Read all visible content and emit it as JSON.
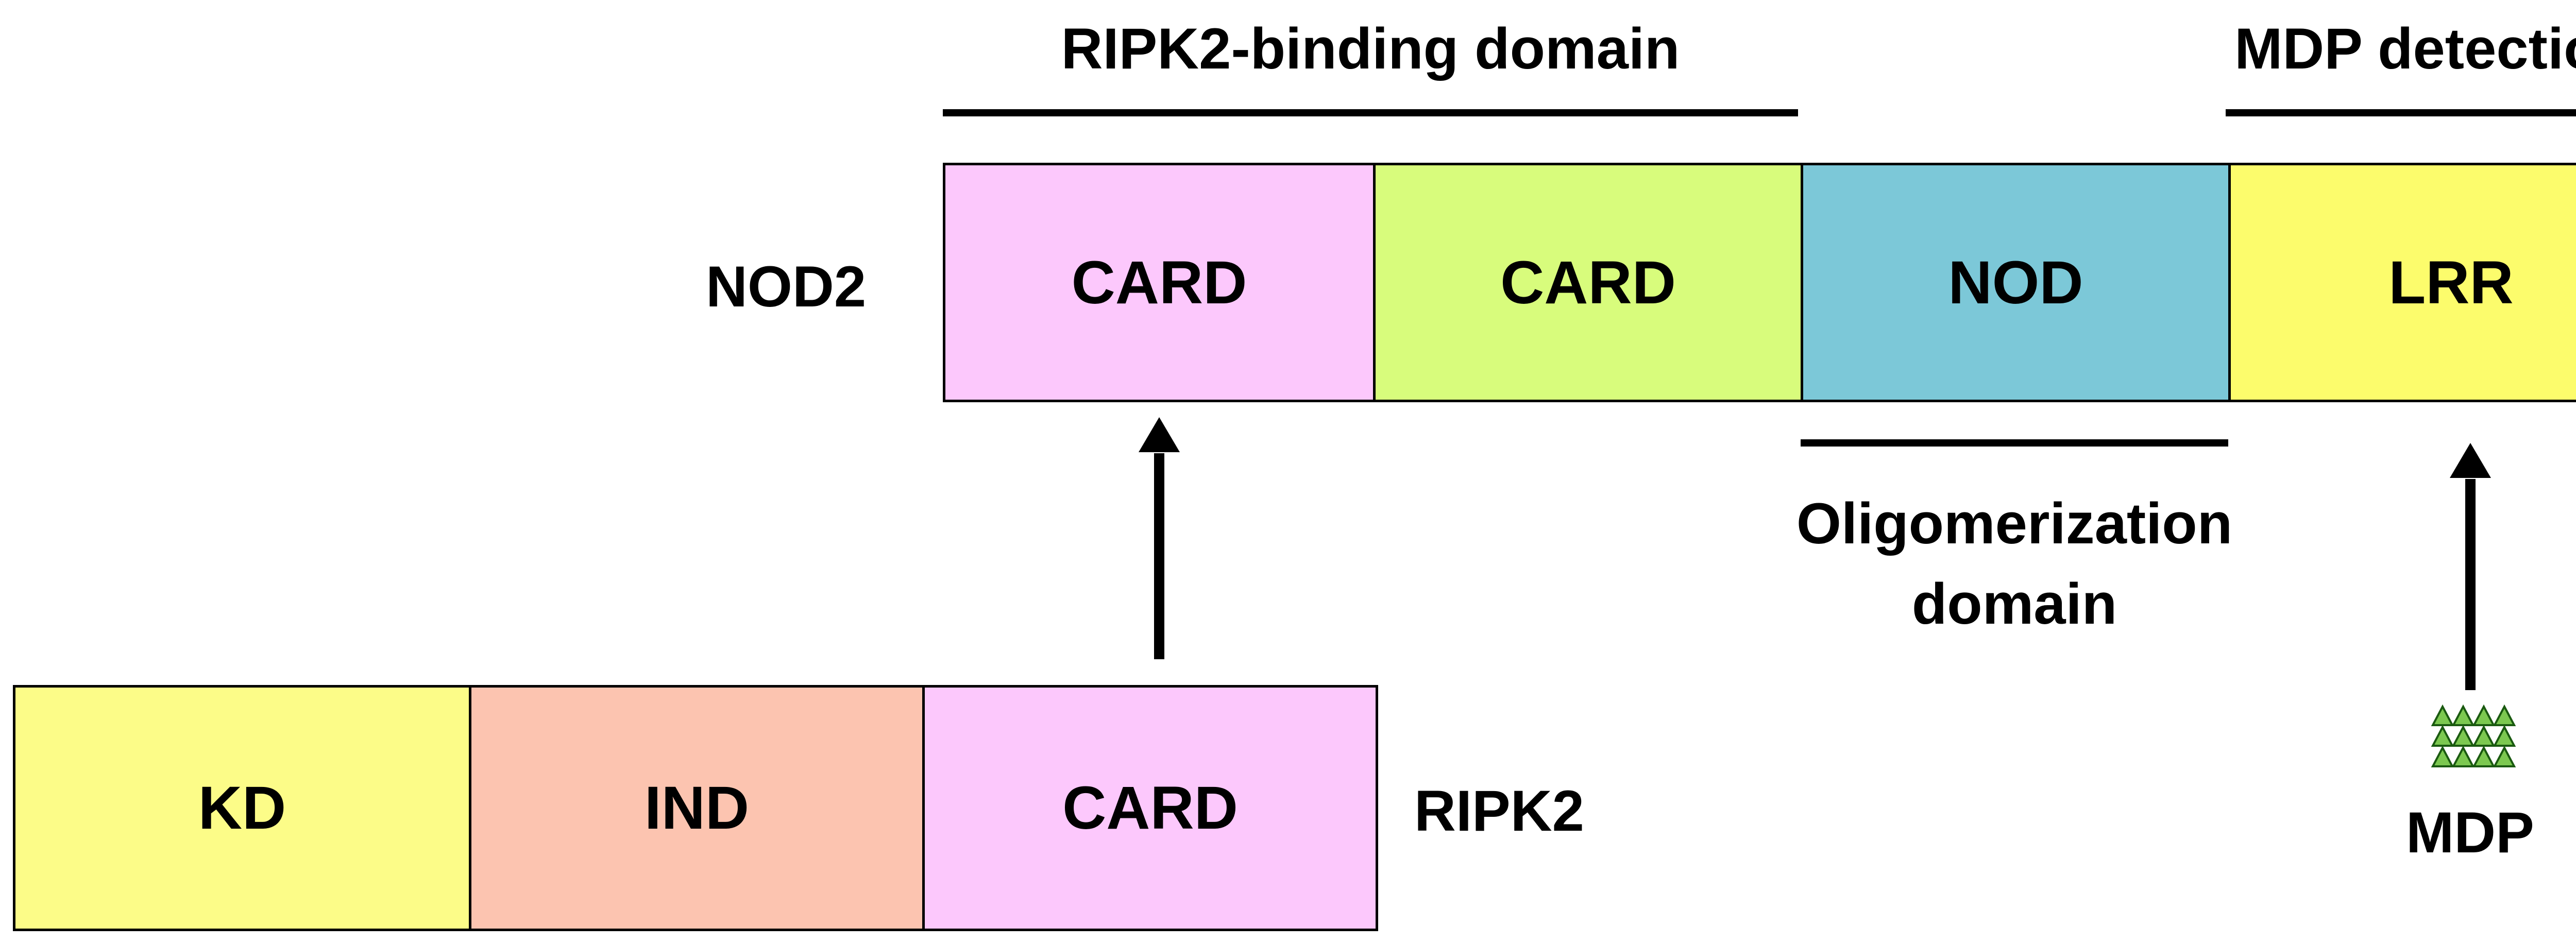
{
  "nod2": {
    "label": "NOD2",
    "domains": [
      {
        "label": "CARD",
        "color": "#fcc8fc"
      },
      {
        "label": "CARD",
        "color": "#d8fc7c"
      },
      {
        "label": "NOD",
        "color": "#7cc8d8"
      },
      {
        "label": "LRR",
        "color": "#fcfc6c"
      }
    ]
  },
  "ripk2": {
    "label": "RIPK2",
    "domains": [
      {
        "label": "KD",
        "color": "#fcfc88"
      },
      {
        "label": "IND",
        "color": "#fcc4b0"
      },
      {
        "label": "CARD",
        "color": "#fcc8fc"
      }
    ]
  },
  "annotations": {
    "ripk2_binding": "RIPK2-binding domain",
    "mdp_detection": "MDP detection",
    "oligomerization_line1": "Oligomerization",
    "oligomerization_line2": "domain",
    "mdp": "MDP"
  },
  "colors": {
    "line": "#000000",
    "mdp_triangle_fill": "#7cc850",
    "mdp_triangle_stroke": "#1a5a10"
  },
  "icons": {
    "mdp_molecule": "triangle-cluster-icon"
  }
}
